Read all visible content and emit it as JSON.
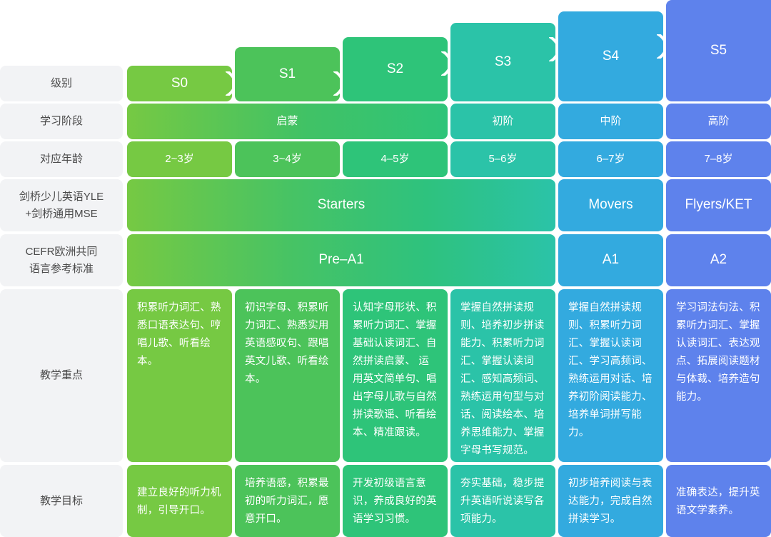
{
  "meta": {
    "background": "#ffffff",
    "label_bg": "#f2f3f5",
    "label_color": "#4a4a4a"
  },
  "colors": {
    "s0": "#76c943",
    "s1": "#4cc35a",
    "s2": "#2ec479",
    "s3": "#2bc3a8",
    "s4": "#33aadf",
    "s5": "#5e82ec",
    "span_start": "#76c943",
    "span_end": "#2bc3a8"
  },
  "row_labels": [
    {
      "id": "level",
      "lines": [
        "级别"
      ]
    },
    {
      "id": "stage",
      "lines": [
        "学习阶段"
      ]
    },
    {
      "id": "age",
      "lines": [
        "对应年龄"
      ]
    },
    {
      "id": "yle",
      "lines": [
        "剑桥少儿英语YLE",
        "+剑桥通用MSE"
      ]
    },
    {
      "id": "cefr",
      "lines": [
        "CEFR欧洲共同",
        "语言参考标准"
      ]
    },
    {
      "id": "focus",
      "lines": [
        "教学重点"
      ]
    },
    {
      "id": "goal",
      "lines": [
        "教学目标"
      ]
    }
  ],
  "levels": [
    {
      "id": "s0",
      "label": "S0"
    },
    {
      "id": "s1",
      "label": "S1"
    },
    {
      "id": "s2",
      "label": "S2"
    },
    {
      "id": "s3",
      "label": "S3"
    },
    {
      "id": "s4",
      "label": "S4"
    },
    {
      "id": "s5",
      "label": "S5"
    }
  ],
  "stage": {
    "enlighten": "启蒙",
    "primary": "初阶",
    "middle": "中阶",
    "advanced": "高阶"
  },
  "age": {
    "s0": "2~3岁",
    "s1": "3~4岁",
    "s2": "4–5岁",
    "s3": "5–6岁",
    "s4": "6–7岁",
    "s5": "7–8岁"
  },
  "yle": {
    "starters": "Starters",
    "movers": "Movers",
    "flyers": "Flyers/KET"
  },
  "cefr": {
    "pre_a1": "Pre–A1",
    "a1": "A1",
    "a2": "A2"
  },
  "focus": {
    "s0": "积累听力词汇、熟悉口语表达句、哼唱儿歌、听看绘本。",
    "s1": "初识字母、积累听力词汇、熟悉实用英语感叹句、跟唱英文儿歌、听看绘本。",
    "s2": "认知字母形状、积累听力词汇、掌握基础认读词汇、自然拼读启蒙、 运用英文简单句、唱出字母儿歌与自然拼读歌谣、听看绘本、精准跟读。",
    "s3": "掌握自然拼读规则、培养初步拼读能力、积累听力词汇、掌握认读词汇、感知高频词、熟练运用句型与对话、阅读绘本、培养思维能力、掌握字母书写规范。",
    "s4": "掌握自然拼读规则、积累听力词汇、掌握认读词汇、学习高频词、熟练运用对话、培养初阶阅读能力、培养单词拼写能力。",
    "s5": "学习词法句法、积累听力词汇、掌握认读词汇、表达观点、拓展阅读题材与体裁、培养造句能力。"
  },
  "goal": {
    "s0": "建立良好的听力机制，引导开口。",
    "s1": "培养语感，积累最初的听力词汇，愿意开口。",
    "s2": "开发初级语言意识，养成良好的英语学习习惯。",
    "s3": "夯实基础，稳步提升英语听说读写各项能力。",
    "s4": "初步培养阅读与表达能力，完成自然拼读学习。",
    "s5": "准确表达，提升英语文学素养。"
  }
}
